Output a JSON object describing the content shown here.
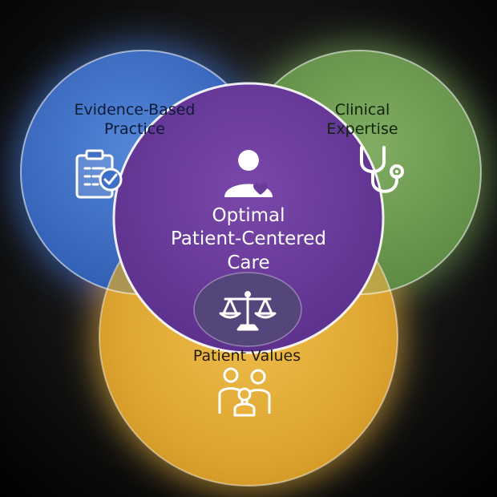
{
  "diagram": {
    "evidence": {
      "line1": "Evidence-Based",
      "line2": "Practice",
      "icon": "clipboard-check-icon",
      "color": "#3f6fc7"
    },
    "clinical": {
      "line1": "Clinical",
      "line2": "Expertise",
      "icon": "stethoscope-icon",
      "color": "#6f9a52"
    },
    "patient_values": {
      "label": "Patient Values",
      "icon": "family-icon",
      "color": "#e9b23c"
    },
    "center": {
      "line1": "Optimal",
      "line2": "Patient-Centered",
      "line3": "Care",
      "icon": "person-heart-icon",
      "color": "#6a3c9a"
    },
    "balance": {
      "icon": "scales-icon",
      "color": "#54467a"
    }
  }
}
